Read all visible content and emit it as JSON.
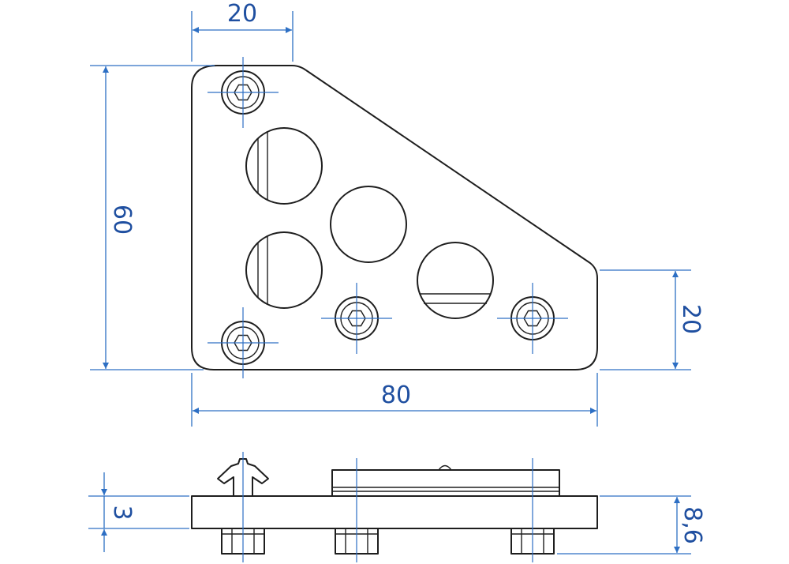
{
  "dimensions": {
    "top_width": "20",
    "total_height": "60",
    "right_height": "20",
    "total_width": "80",
    "plate_thickness": "3",
    "overall_thickness": "8,6"
  },
  "colors": {
    "dimension": "#2d6fc4",
    "dimension_text": "#1f4fa0",
    "outline": "#1e1e1e"
  }
}
